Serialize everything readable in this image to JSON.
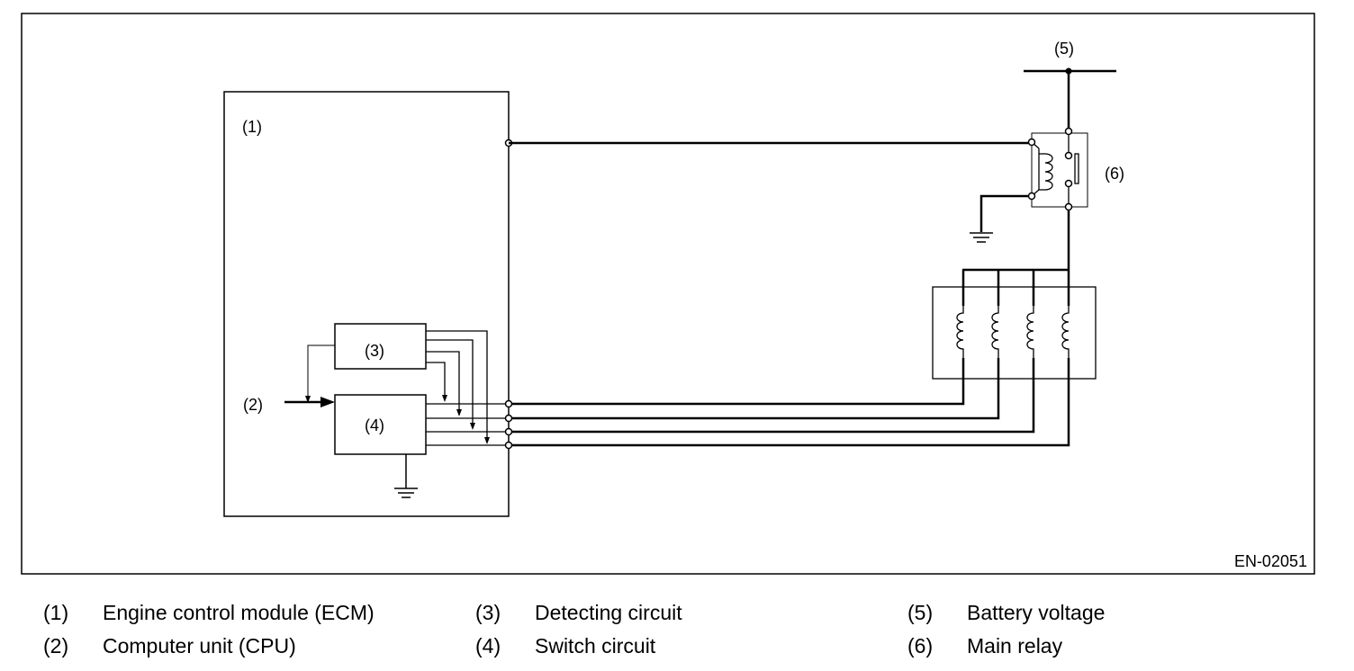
{
  "figure_code": "EN-02051",
  "labels": {
    "ecm": "(1)",
    "cpu": "(2)",
    "detecting": "(3)",
    "switch": "(4)",
    "battery": "(5)",
    "relay": "(6)"
  },
  "legend": [
    {
      "num": "(1)",
      "text": "Engine control module (ECM)"
    },
    {
      "num": "(2)",
      "text": "Computer unit (CPU)"
    },
    {
      "num": "(3)",
      "text": "Detecting circuit"
    },
    {
      "num": "(4)",
      "text": "Switch circuit"
    },
    {
      "num": "(5)",
      "text": "Battery voltage"
    },
    {
      "num": "(6)",
      "text": "Main relay"
    }
  ]
}
